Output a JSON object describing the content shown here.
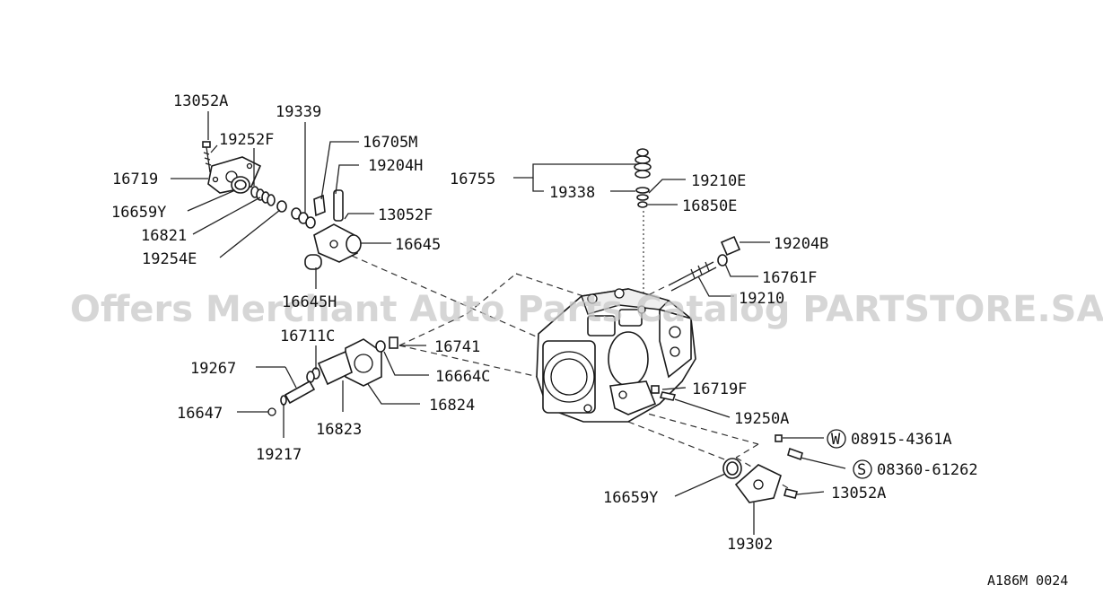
{
  "watermark": "Offers Merchant Auto Parts Catalog PARTSTORE.SA",
  "reference": "A186M 0024",
  "callouts": {
    "c13052A_top": "13052A",
    "c19339": "19339",
    "c19252F": "19252F",
    "c16705M": "16705M",
    "c19204H": "19204H",
    "c16719": "16719",
    "c13052F": "13052F",
    "c16659Y_top": "16659Y",
    "c16821": "16821",
    "c16645": "16645",
    "c19254E": "19254E",
    "c16645H": "16645H",
    "c16755": "16755",
    "c19338": "19338",
    "c19210E": "19210E",
    "c16850E": "16850E",
    "c19204B": "19204B",
    "c16761F": "16761F",
    "c19210": "19210",
    "c16711C": "16711C",
    "c16741": "16741",
    "c19267": "19267",
    "c16664C": "16664C",
    "c16824": "16824",
    "c16647": "16647",
    "c16823": "16823",
    "c19217": "19217",
    "c16719F": "16719F",
    "c19250A": "19250A",
    "c08915": "08915-4361A",
    "c08360": "08360-61262",
    "c16659Y_bot": "16659Y",
    "c13052A_bot": "13052A",
    "c19302": "19302"
  },
  "symbols": {
    "w": "W",
    "s": "S"
  }
}
